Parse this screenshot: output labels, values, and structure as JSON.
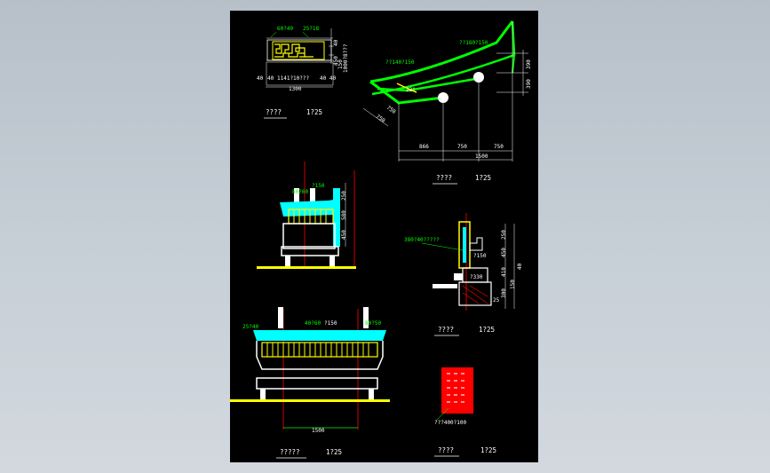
{
  "colors": {
    "background_top": "#b7c0c9",
    "sheet": "#000000",
    "green": "#00ff00",
    "cyan": "#00ffff",
    "yellow": "#ffff00",
    "red": "#ff0000",
    "white": "#ffffff"
  },
  "detail_top_left": {
    "labels": [
      "60?40",
      "25?18",
      "1141?10???"
    ],
    "dims_bottom": [
      "40",
      "40",
      "40",
      "40"
    ],
    "dim_total": "1300",
    "dims_right": [
      "40",
      "450",
      "150"
    ],
    "vertical_note": "1000?8???",
    "title": "????",
    "scale": "1?25"
  },
  "detail_top_right": {
    "labels": [
      "??180?150",
      "??140?150"
    ],
    "angle": "22°",
    "dims_right": [
      "390",
      "390"
    ],
    "dims_left": [
      "750",
      "750"
    ],
    "dims_bottom": [
      "866",
      "750",
      "750"
    ],
    "dim_total": "1500",
    "title": "????",
    "scale": "1?25"
  },
  "elevation_side": {
    "labels": [
      "?150",
      "80?60"
    ],
    "dims_right": [
      "250",
      "580",
      "450"
    ]
  },
  "section_right": {
    "labels": [
      "380?40?????",
      "?150",
      "?330"
    ],
    "dims_right": [
      "250",
      "450",
      "410",
      "150",
      "300",
      "25"
    ],
    "dim_outer": "40",
    "title": "????",
    "scale": "1?25"
  },
  "elevation_front": {
    "labels": [
      "25?40",
      "40?60",
      "?150",
      "80?50"
    ],
    "dim_total": "1500",
    "title": "?????",
    "scale": "1?25"
  },
  "material_sample": {
    "label": "???400?100",
    "title": "????",
    "scale": "1?25"
  }
}
